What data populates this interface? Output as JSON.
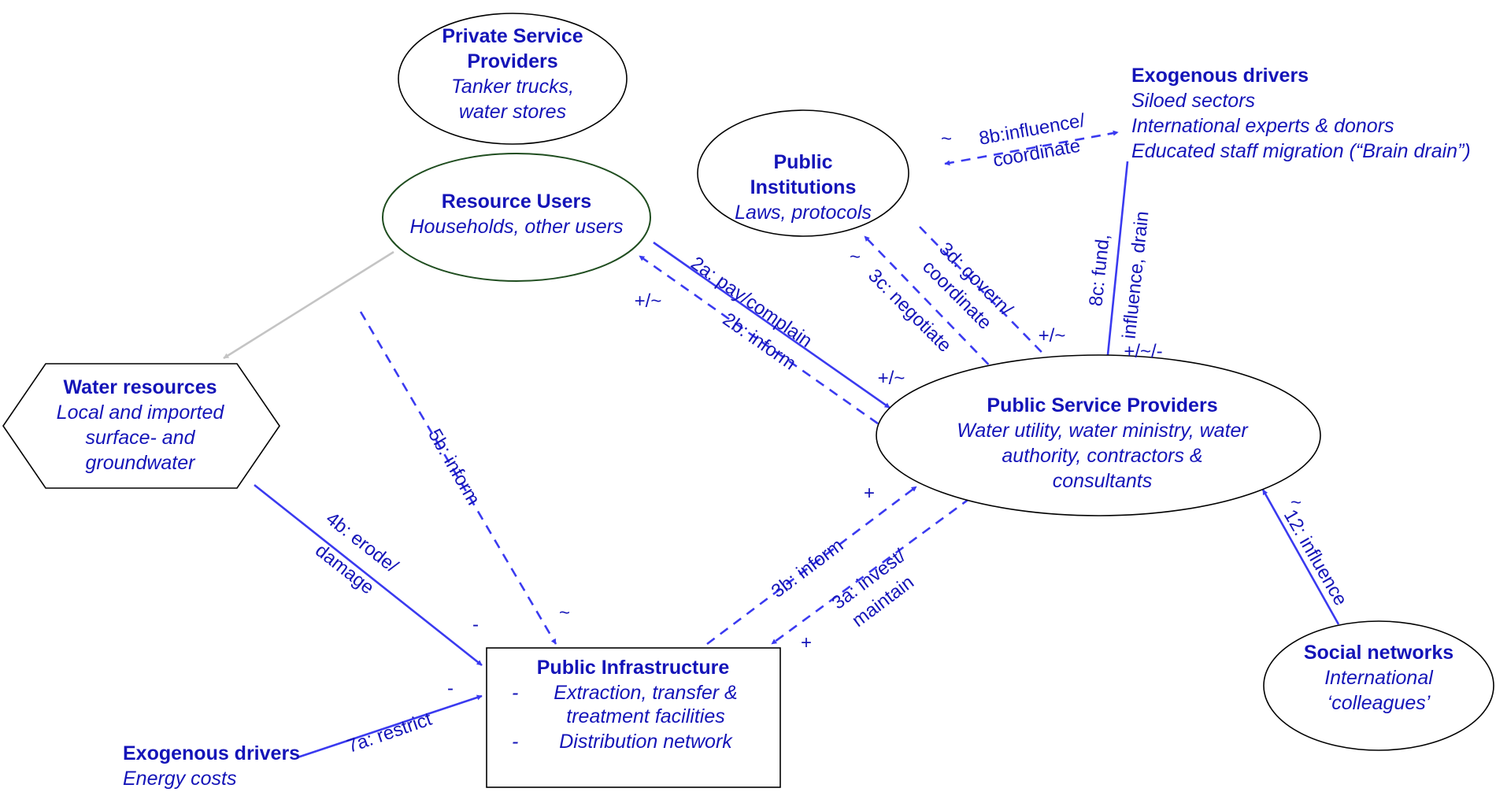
{
  "nodes": {
    "private_providers": {
      "title": [
        "Private Service",
        "Providers"
      ],
      "subtitle": [
        "Tanker trucks,",
        "water stores"
      ]
    },
    "public_institutions": {
      "title": [
        "Public",
        "Institutions"
      ],
      "subtitle": [
        "Laws, protocols"
      ]
    },
    "resource_users": {
      "title": [
        "Resource Users"
      ],
      "subtitle": [
        "Households, other users"
      ]
    },
    "exogenous_top": {
      "title": [
        "Exogenous drivers"
      ],
      "subtitle": [
        "Siloed sectors",
        "International experts & donors",
        "Educated staff migration (“Brain drain”)"
      ]
    },
    "water_resources": {
      "title": [
        "Water resources"
      ],
      "subtitle": [
        "Local and imported",
        "surface- and",
        "groundwater"
      ]
    },
    "public_service_providers": {
      "title": [
        "Public Service Providers"
      ],
      "subtitle": [
        "Water utility, water ministry, water",
        "authority, contractors &",
        "consultants"
      ]
    },
    "public_infrastructure": {
      "title": [
        "Public Infrastructure"
      ],
      "bullets": [
        "-",
        "-"
      ],
      "items": [
        "Extraction, transfer &",
        "treatment facilities",
        "Distribution network"
      ]
    },
    "social_networks": {
      "title": [
        "Social networks"
      ],
      "subtitle": [
        "International",
        "‘colleagues’"
      ]
    },
    "exogenous_bottom": {
      "title": [
        "Exogenous drivers"
      ],
      "subtitle": [
        "Energy costs"
      ]
    }
  },
  "edges": {
    "e8b": {
      "label": [
        "8b:influence/",
        "coordinate"
      ],
      "sign": "~"
    },
    "e8c": {
      "label": [
        "8c: fund,",
        "influence, drain"
      ],
      "sign": "+/~/-"
    },
    "e3d": {
      "label": [
        "3d: govern/",
        "coordinate"
      ],
      "sign": "+/~"
    },
    "e3c": {
      "label": [
        "3c: negotiate"
      ],
      "sign": "~"
    },
    "e2a": {
      "label": [
        "2a: pay/complain"
      ],
      "sign": "+/~"
    },
    "e2b": {
      "label": [
        "2b: inform"
      ],
      "sign": "+/~"
    },
    "e5b": {
      "label": [
        "5b: inform"
      ],
      "sign": "~"
    },
    "e4b": {
      "label": [
        "4b: erode/",
        "damage"
      ],
      "sign": "-"
    },
    "e3b": {
      "label": [
        "3b: inform"
      ],
      "sign": "+"
    },
    "e3a": {
      "label": [
        "3a: invest/",
        "maintain"
      ],
      "sign": "+"
    },
    "e12": {
      "label": [
        "12: influence"
      ],
      "sign": "~"
    },
    "e7a": {
      "label": [
        "7a: restrict"
      ],
      "sign": "-"
    }
  },
  "colors": {
    "text": "#1414b8",
    "edge": "#3a3af0",
    "neutral_edge": "#c4c4c4",
    "resource_users_border": "#1f4d1f"
  }
}
